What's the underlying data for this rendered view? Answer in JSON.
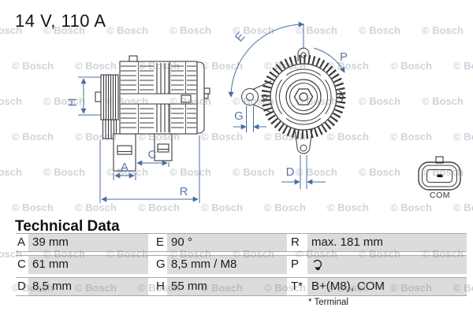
{
  "title": "14 V, 110 A",
  "section_heading": "Technical Data",
  "footnote": "* Terminal",
  "watermark": {
    "text": "© Bosch",
    "row_tops": [
      31,
      76,
      121,
      166,
      211,
      256,
      315,
      358
    ],
    "x_starts": [
      -25,
      15
    ],
    "x_step": 80,
    "count": 8
  },
  "diagram": {
    "labels": {
      "H": "H",
      "A": "A",
      "C": "C",
      "R": "R",
      "E": "E",
      "P": "P",
      "G": "G",
      "D": "D"
    },
    "connector_label": "COM",
    "icons": {
      "rotation_direction": "clockwise-arc-arrow"
    }
  },
  "colors": {
    "dimension_blue": "#4a6da0",
    "dimension_label_blue": "#5b79a8",
    "drawing_line": "#3b3b3b",
    "value_cell_gray": "#dcdcdc",
    "row_border_gray": "#a8a8a8",
    "watermark_gray": "#cfd3da"
  },
  "table": {
    "rows": [
      {
        "cells": [
          {
            "label": "A",
            "value": "39 mm"
          },
          {
            "label": "E",
            "value": "90 °"
          },
          {
            "label": "R",
            "value": "max. 181 mm"
          }
        ]
      },
      {
        "cells": [
          {
            "label": "C",
            "value": "61 mm"
          },
          {
            "label": "G",
            "value": "8,5 mm / M8"
          },
          {
            "label": "P",
            "value": ""
          }
        ]
      },
      {
        "cells": [
          {
            "label": "D",
            "value": "8,5 mm"
          },
          {
            "label": "H",
            "value": "55 mm"
          },
          {
            "label": "T*",
            "value": "B+(M8), COM"
          }
        ]
      }
    ]
  }
}
